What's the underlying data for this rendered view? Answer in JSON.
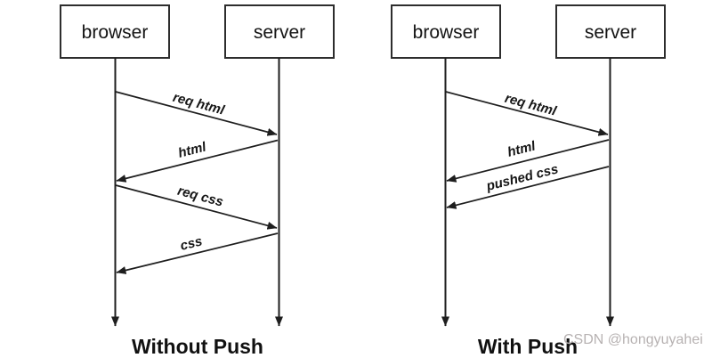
{
  "diagrams": [
    {
      "caption": "Without Push",
      "actors": [
        {
          "label": "browser"
        },
        {
          "label": "server"
        }
      ],
      "messages": [
        {
          "label": "req html",
          "from": "browser",
          "to": "server"
        },
        {
          "label": "html",
          "from": "server",
          "to": "browser"
        },
        {
          "label": "req css",
          "from": "browser",
          "to": "server"
        },
        {
          "label": "css",
          "from": "server",
          "to": "browser"
        }
      ]
    },
    {
      "caption": "With Push",
      "actors": [
        {
          "label": "browser"
        },
        {
          "label": "server"
        }
      ],
      "messages": [
        {
          "label": "req html",
          "from": "browser",
          "to": "server"
        },
        {
          "label": "html",
          "from": "server",
          "to": "browser"
        },
        {
          "label": "pushed css",
          "from": "server",
          "to": "browser"
        }
      ]
    }
  ],
  "watermark": {
    "text": "CSDN @hongyuyahei"
  },
  "colors": {
    "background": "#ffffff",
    "line": "#1e1e1e",
    "box_border": "#2d2d2d",
    "text": "#141414",
    "watermark": "#b7b2b2"
  }
}
